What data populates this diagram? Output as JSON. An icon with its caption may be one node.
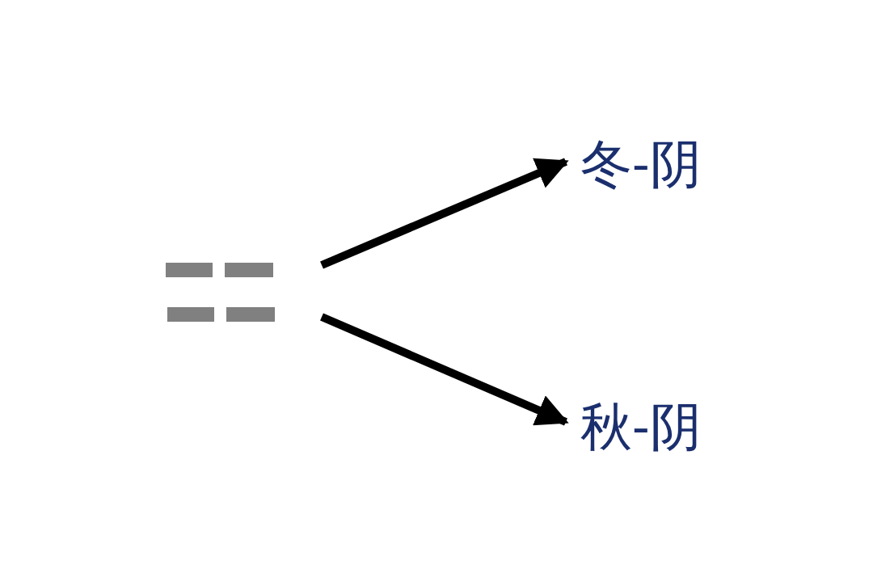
{
  "diagram": {
    "nodes": [
      {
        "text": [],
        "shape": "picture"
      },
      {
        "text": [
          "冬-阴"
        ]
      },
      {
        "text": [
          "秋-阴"
        ]
      }
    ],
    "edges": [
      {
        "from": 0,
        "to": 1,
        "arrow": "to"
      },
      {
        "from": 0,
        "to": 2,
        "arrow": "to"
      }
    ]
  }
}
